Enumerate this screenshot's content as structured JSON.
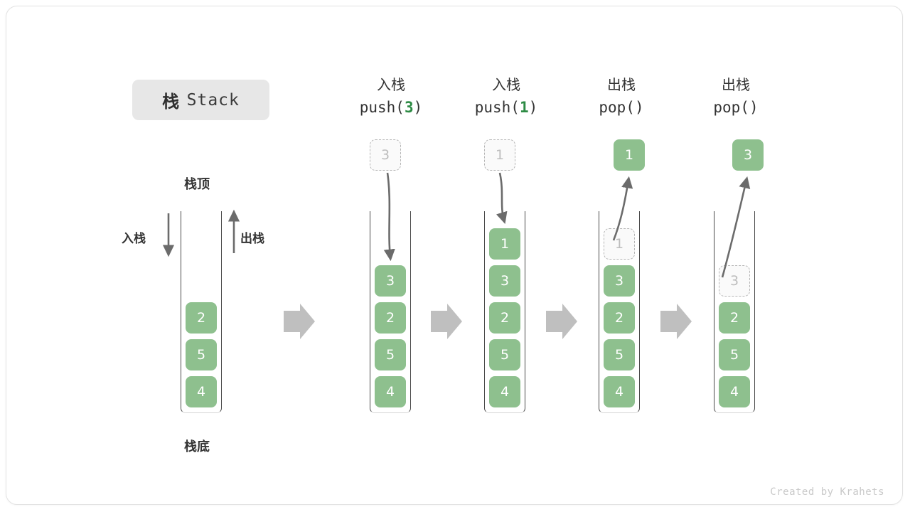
{
  "title": {
    "cn": "栈",
    "en": "Stack"
  },
  "labels": {
    "top": "栈顶",
    "bottom": "栈底",
    "push": "入栈",
    "pop": "出栈"
  },
  "footer": "Created by Krahets",
  "colors": {
    "cell_green": "#8ec08e",
    "cell_text": "#ffffff",
    "ghost_border": "#b5b5b5",
    "ghost_text": "#bdbdbd",
    "tube_border": "#4a4a4a",
    "flow_arrow": "#bfbfbf",
    "accent_code": "#2e8b45",
    "badge_bg": "#e7e7e7"
  },
  "chart_data": {
    "type": "diagram",
    "title": "栈 Stack",
    "description": "Stack push and pop operation sequence",
    "columns": [
      {
        "id": "initial",
        "header_cn": "",
        "header_code": "",
        "stack": [
          "2",
          "5",
          "4"
        ],
        "floating": null,
        "floating_style": null,
        "arrow": null
      },
      {
        "id": "push-3",
        "header_cn": "入栈",
        "header_code": "push(",
        "header_arg": "3",
        "header_code_tail": ")",
        "stack": [
          "3",
          "2",
          "5",
          "4"
        ],
        "floating": "3",
        "floating_style": "ghost",
        "arrow": "down"
      },
      {
        "id": "push-1",
        "header_cn": "入栈",
        "header_code": "push(",
        "header_arg": "1",
        "header_code_tail": ")",
        "stack": [
          "1",
          "3",
          "2",
          "5",
          "4"
        ],
        "floating": "1",
        "floating_style": "ghost",
        "arrow": "down"
      },
      {
        "id": "pop-1",
        "header_cn": "出栈",
        "header_code": "pop(",
        "header_arg": "",
        "header_code_tail": ")",
        "stack": [
          "1",
          "3",
          "2",
          "5",
          "4"
        ],
        "ghost_top_index": 0,
        "floating": "1",
        "floating_style": "solid",
        "arrow": "up"
      },
      {
        "id": "pop-3",
        "header_cn": "出栈",
        "header_code": "pop(",
        "header_arg": "",
        "header_code_tail": ")",
        "stack": [
          "3",
          "2",
          "5",
          "4"
        ],
        "ghost_top_index": 0,
        "floating": "3",
        "floating_style": "solid",
        "arrow": "up"
      }
    ],
    "flow_arrows": 4
  }
}
